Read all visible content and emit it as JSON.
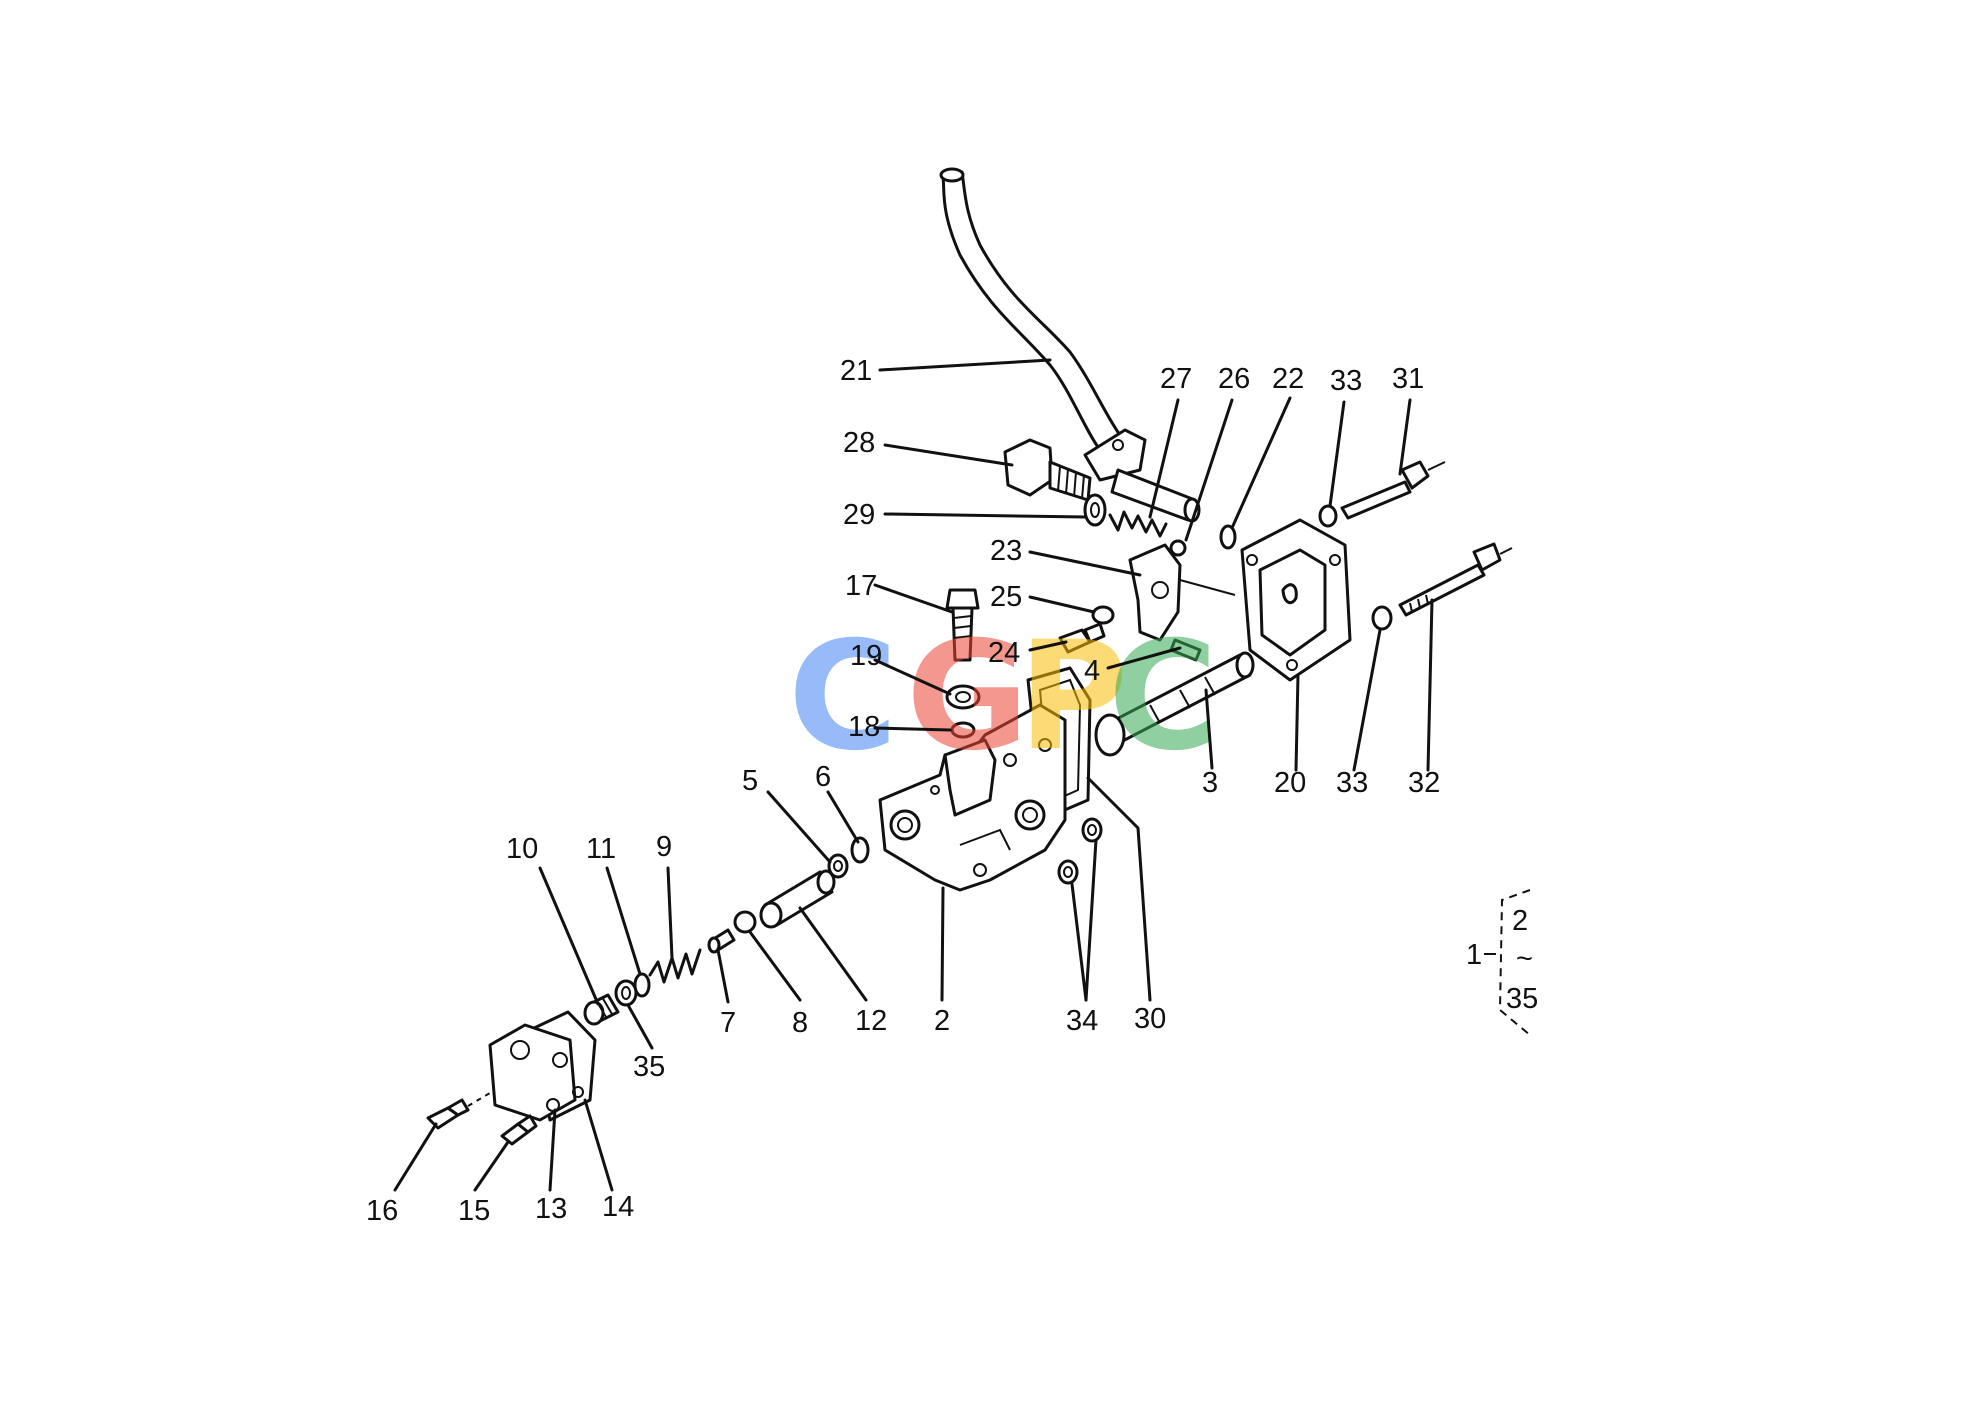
{
  "watermark": {
    "letters": [
      "C",
      "G",
      "P",
      "C"
    ],
    "colors": [
      "#4285f4",
      "#ea4335",
      "#fbbc05",
      "#34a853"
    ]
  },
  "callouts": {
    "c1": "1",
    "c2": "2",
    "c3": "3",
    "c4": "4",
    "c5": "5",
    "c6": "6",
    "c7": "7",
    "c8": "8",
    "c9": "9",
    "c10": "10",
    "c11": "11",
    "c12": "12",
    "c13": "13",
    "c14": "14",
    "c15": "15",
    "c16": "16",
    "c17": "17",
    "c18": "18",
    "c19": "19",
    "c20": "20",
    "c21": "21",
    "c22": "22",
    "c23": "23",
    "c24": "24",
    "c25": "25",
    "c26": "26",
    "c27": "27",
    "c28": "28",
    "c29": "29",
    "c30": "30",
    "c31": "31",
    "c32": "32",
    "c33a": "33",
    "c33b": "33",
    "c34": "34",
    "c35": "35"
  },
  "assembly_note": {
    "top": "2",
    "tilde": "~",
    "bottom": "35"
  }
}
